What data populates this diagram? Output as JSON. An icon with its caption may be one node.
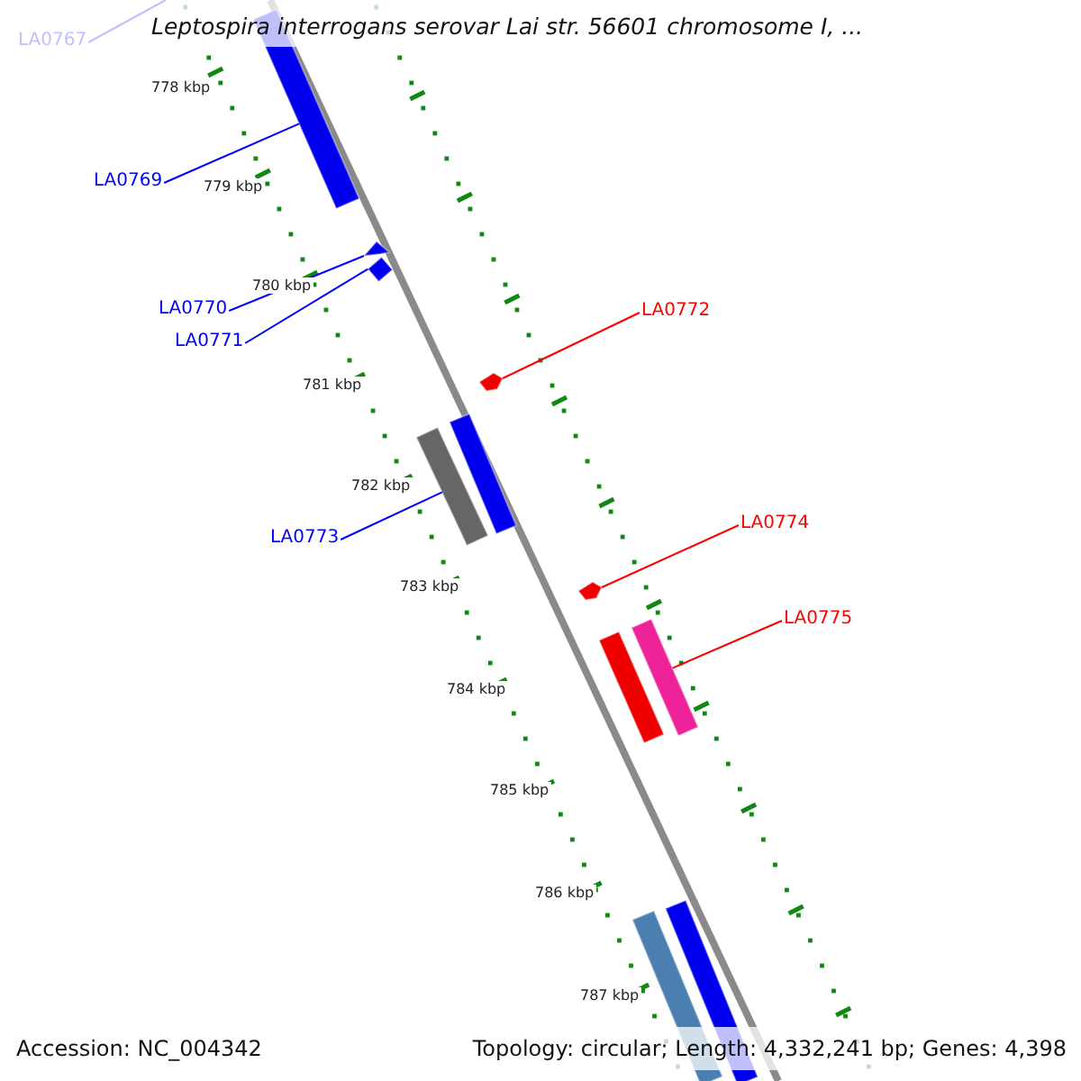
{
  "diagram": {
    "title": "Leptospira interrogans serovar Lai str. 56601 chromosome I, ...",
    "nodes": [
      {
        "text": [
          "LA0767"
        ]
      },
      {
        "text": [],
        "shape": "bar"
      },
      {
        "text": [
          "LA0769"
        ]
      },
      {
        "text": [],
        "shape": "bar"
      },
      {
        "text": [],
        "shape": "bar"
      },
      {
        "text": [
          "LA0770"
        ]
      },
      {
        "text": [
          "LA0771"
        ]
      },
      {
        "text": [
          "LA0772"
        ]
      },
      {
        "text": [],
        "shape": "bar"
      },
      {
        "text": [],
        "shape": "bar"
      },
      {
        "text": [],
        "shape": "bar"
      },
      {
        "text": [
          "LA0773"
        ]
      },
      {
        "text": [
          "LA0774"
        ]
      },
      {
        "text": [],
        "shape": "bar"
      },
      {
        "text": [
          "LA0775"
        ]
      },
      {
        "text": [],
        "shape": "bar"
      },
      {
        "text": [],
        "shape": "bar"
      },
      {
        "text": [],
        "shape": "bar"
      },
      {
        "text": [],
        "shape": "bar"
      }
    ],
    "edges": [
      {
        "from": 0,
        "to": null,
        "arrow": "none"
      },
      {
        "from": 2,
        "to": 1,
        "arrow": "none"
      },
      {
        "from": 5,
        "to": 3,
        "arrow": "none"
      },
      {
        "from": 6,
        "to": 4,
        "arrow": "none"
      },
      {
        "from": 7,
        "to": 8,
        "arrow": "none",
        "color": "#ff0000"
      },
      {
        "from": 11,
        "to": 9,
        "arrow": "none"
      },
      {
        "from": 12,
        "to": 13,
        "arrow": "none",
        "color": "#ff0000"
      },
      {
        "from": 14,
        "to": 15,
        "arrow": "none",
        "color": "#ff0000"
      }
    ],
    "labels": [
      "778 kbp",
      "779 kbp",
      "780 kbp",
      "781 kbp",
      "782 kbp",
      "783 kbp",
      "784 kbp",
      "785 kbp",
      "786 kbp",
      "787 kbp",
      "Accession: NC_004342",
      "Topology: circular; Length: 4,332,241 bp; Genes: 4,398"
    ]
  }
}
